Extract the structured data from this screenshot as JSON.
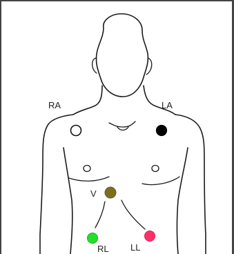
{
  "electrodes": [
    {
      "id": "RA",
      "label": "RA",
      "color": "#ffffff",
      "stroke": "#111111"
    },
    {
      "id": "LA",
      "label": "LA",
      "color": "#000000",
      "stroke": "#000000"
    },
    {
      "id": "V",
      "label": "V",
      "color": "#7a7020",
      "stroke": "#6a6018"
    },
    {
      "id": "RL",
      "label": "RL",
      "color": "#22e02a",
      "stroke": "#18b020"
    },
    {
      "id": "LL",
      "label": "LL",
      "color": "#ff2f6a",
      "stroke": "#d82258"
    }
  ]
}
